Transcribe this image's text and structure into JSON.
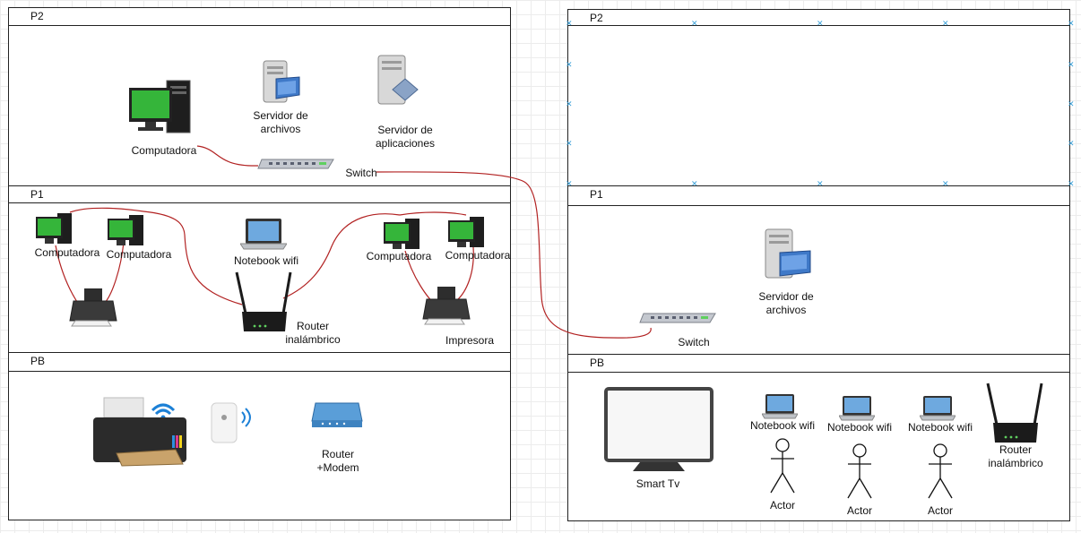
{
  "left": {
    "p2": {
      "label": "P2",
      "computer": "Computadora",
      "file_server": "Servidor de\narchivos",
      "app_server": "Servidor de\naplicaciones",
      "switch": "Switch"
    },
    "p1": {
      "label": "P1",
      "computer1": "Computadora",
      "computer2": "Computadora",
      "notebook": "Notebook wifi",
      "router": "Router\ninalámbrico",
      "computer3": "Computadora",
      "computer4": "Computadora",
      "printer": "Impresora"
    },
    "pb": {
      "label": "PB",
      "router_modem": "Router\n+Modem"
    }
  },
  "right": {
    "p2": {
      "label": "P2"
    },
    "p1": {
      "label": "P1",
      "file_server": "Servidor de\narchivos",
      "switch": "Switch"
    },
    "pb": {
      "label": "PB",
      "smart_tv": "Smart Tv",
      "notebook1": "Notebook wifi",
      "notebook2": "Notebook wifi",
      "notebook3": "Notebook wifi",
      "router": "Router\ninalámbrico",
      "actor1": "Actor",
      "actor2": "Actor",
      "actor3": "Actor"
    }
  },
  "colors": {
    "wire": "#b22222",
    "screen": "#35b53a",
    "selection": "#3aa0d8"
  }
}
